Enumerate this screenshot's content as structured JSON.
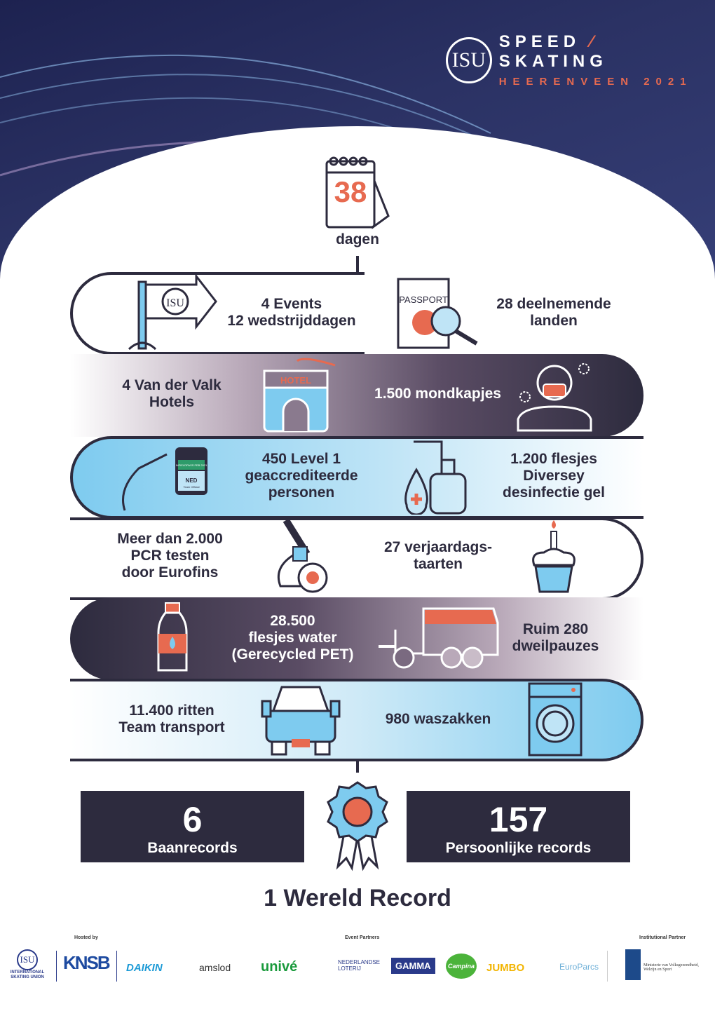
{
  "header": {
    "isu": "ISU",
    "speed": "SPEED",
    "skating": "SKATING",
    "location": "HEERENVEEN 2021"
  },
  "days": {
    "number": "38",
    "label": "dagen"
  },
  "stats": [
    {
      "text": "4 Events\n12 wedstrijddagen"
    },
    {
      "text": "28 deelnemende\nlanden"
    },
    {
      "text": "4 Van der Valk\nHotels"
    },
    {
      "text": "1.500 mondkapjes"
    },
    {
      "text": "450 Level 1\ngeaccrediteerde\npersonen"
    },
    {
      "text": "1.200 flesjes\nDiversey\ndesinfectie gel"
    },
    {
      "text": "Meer dan 2.000\nPCR testen\ndoor Eurofins"
    },
    {
      "text": "27 verjaardags-\ntaarten"
    },
    {
      "text": "28.500\nflesjes water\n(Gerecycled PET)"
    },
    {
      "text": "Ruim 280\ndweilpauzes"
    },
    {
      "text": "11.400 ritten\nTeam transport"
    },
    {
      "text": "980 waszakken"
    }
  ],
  "icon_text": {
    "passport": "PASSPORT",
    "hotel": "HOTEL",
    "badge_top": "INFIELDPASS FEB 2021",
    "badge_ned": "NED",
    "badge_role": "Team Official",
    "sign": "ISU"
  },
  "records": {
    "track_value": "6",
    "track_label": "Baanrecords",
    "personal_value": "157",
    "personal_label": "Persoonlijke records",
    "world": "1 Wereld Record"
  },
  "footer": {
    "hosted_by": "Hosted by",
    "event_partners": "Event Partners",
    "institutional_partner": "Institutional Partner",
    "isu_name": "INTERNATIONAL SKATING UNION",
    "knsb": "KNSB",
    "partners": [
      "DAIKIN",
      "amslod",
      "univé",
      "NEDERLANDSE LOTERIJ",
      "GAMMA",
      "Campina",
      "JUMBO",
      "EuroParcs"
    ],
    "ministry": "Ministerie van Volksgezondheid, Welzijn en Sport"
  },
  "colors": {
    "navy": "#2d2b3e",
    "accent": "#e76a50",
    "blue": "#7ecbef"
  }
}
